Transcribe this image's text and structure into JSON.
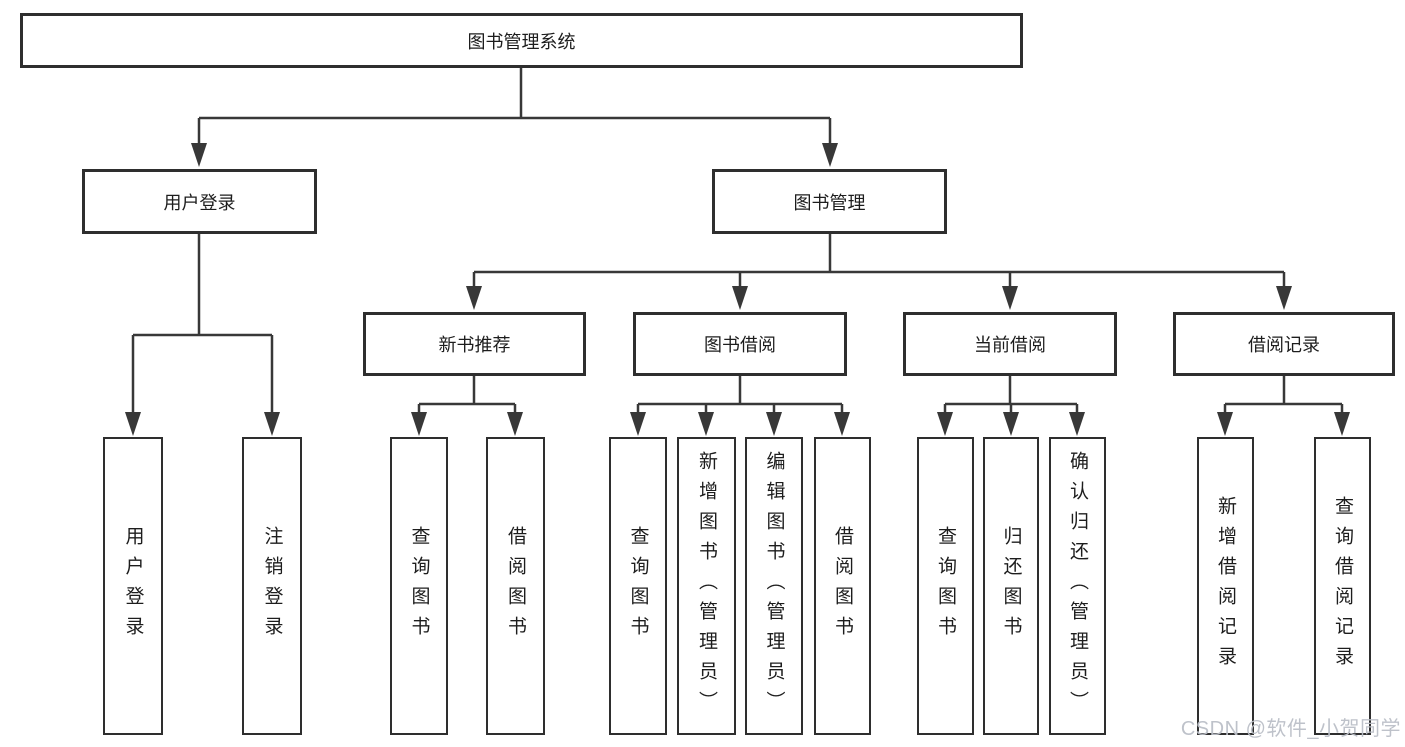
{
  "tree": {
    "root": {
      "label": "图书管理系统"
    },
    "level2": [
      {
        "label": "用户登录",
        "children": [
          "用户登录",
          "注销登录"
        ]
      },
      {
        "label": "图书管理"
      }
    ],
    "level3": [
      {
        "label": "新书推荐",
        "children": [
          "查询图书",
          "借阅图书"
        ]
      },
      {
        "label": "图书借阅",
        "children": [
          "查询图书",
          "新增图书（管理员）",
          "编辑图书（管理员）",
          "借阅图书"
        ]
      },
      {
        "label": "当前借阅",
        "children": [
          "查询图书",
          "归还图书",
          "确认归还（管理员）"
        ]
      },
      {
        "label": "借阅记录",
        "children": [
          "新增借阅记录",
          "查询借阅记录"
        ]
      }
    ]
  },
  "watermark": "CSDN @软件_小贺同学",
  "colors": {
    "line": "#383838",
    "box_border": "#2e2e2e",
    "text": "#1d1d1d",
    "watermark": "#babfc7",
    "background": "#ffffff"
  }
}
